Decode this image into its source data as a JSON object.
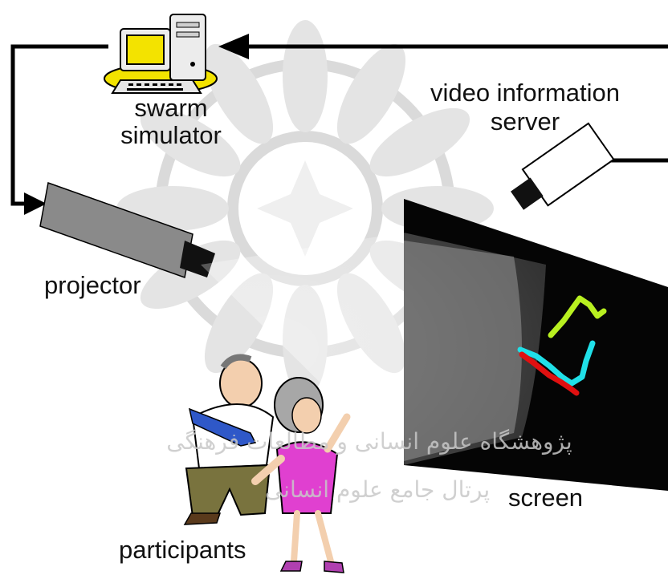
{
  "diagram": {
    "labels": {
      "swarm_simulator_line1": "swarm",
      "swarm_simulator_line2": "simulator",
      "video_server_line1": "video information",
      "video_server_line2": "server",
      "projector": "projector",
      "screen": "screen",
      "participants": "participants"
    },
    "watermark": {
      "text_line1": "پژوهشگاه علوم انسانی و مطالعات فرهنگی",
      "text_line2": "پرتال جامع علوم انسانی"
    },
    "colors": {
      "arrow": "#000000",
      "screen": "#050505",
      "projector_body": "#8a8a8a",
      "computer_monitor": "#f3e300",
      "trail_lime": "#b8f020",
      "trail_cyan": "#20e0e8",
      "trail_red": "#e01010",
      "watermark": "#c8c8c8"
    }
  }
}
